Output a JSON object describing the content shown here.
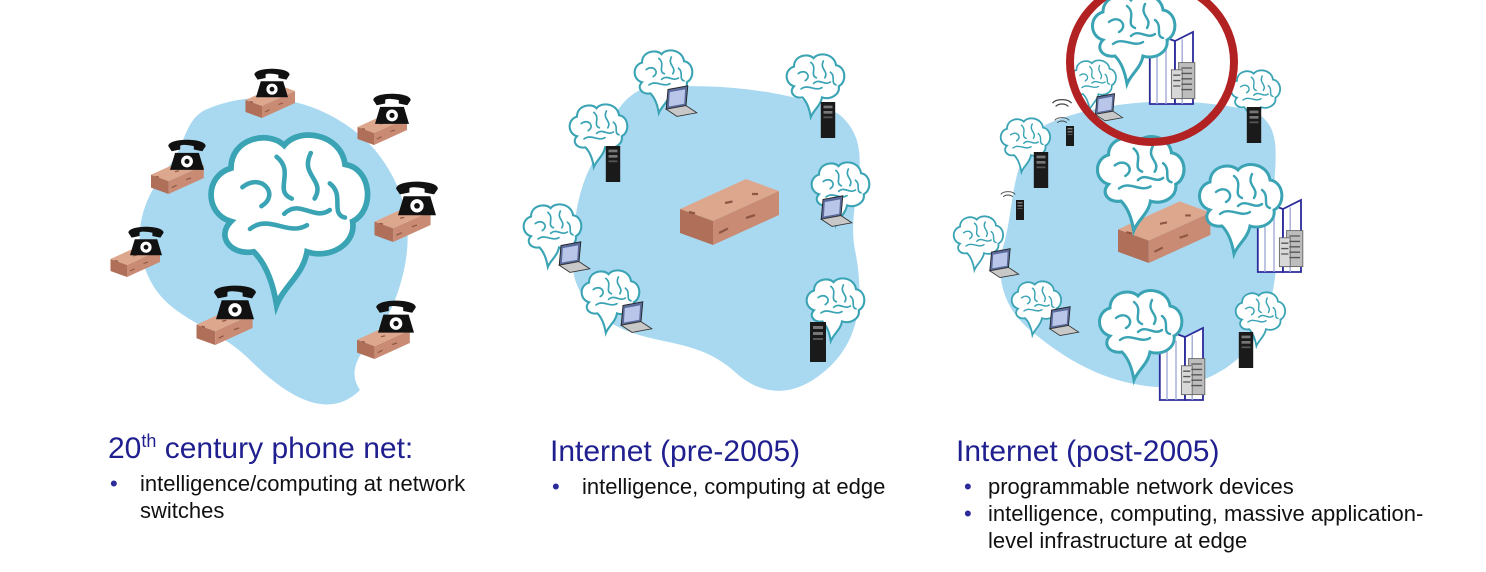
{
  "colors": {
    "cloud": "#a9d9f1",
    "brain_stroke": "#3aa3b4",
    "brick": "#c98b74",
    "caption_title": "#1f1f8f",
    "highlight_ring": "#b22222"
  },
  "icons": [
    "brain-icon",
    "telephone-icon",
    "brick-icon",
    "laptop-icon",
    "server-tower-icon",
    "datacenter-building-icon",
    "wireless-signal-icon"
  ],
  "panels": [
    {
      "title_main": "20",
      "title_sup": "th",
      "title_rest": " century phone net:",
      "bullets": [
        "intelligence/computing at network switches"
      ]
    },
    {
      "title": "Internet (pre-2005)",
      "bullets": [
        "intelligence, computing at edge"
      ]
    },
    {
      "title": "Internet (post-2005)",
      "bullets": [
        "programmable network devices",
        "intelligence, computing, massive application-level infrastructure at edge"
      ]
    }
  ]
}
